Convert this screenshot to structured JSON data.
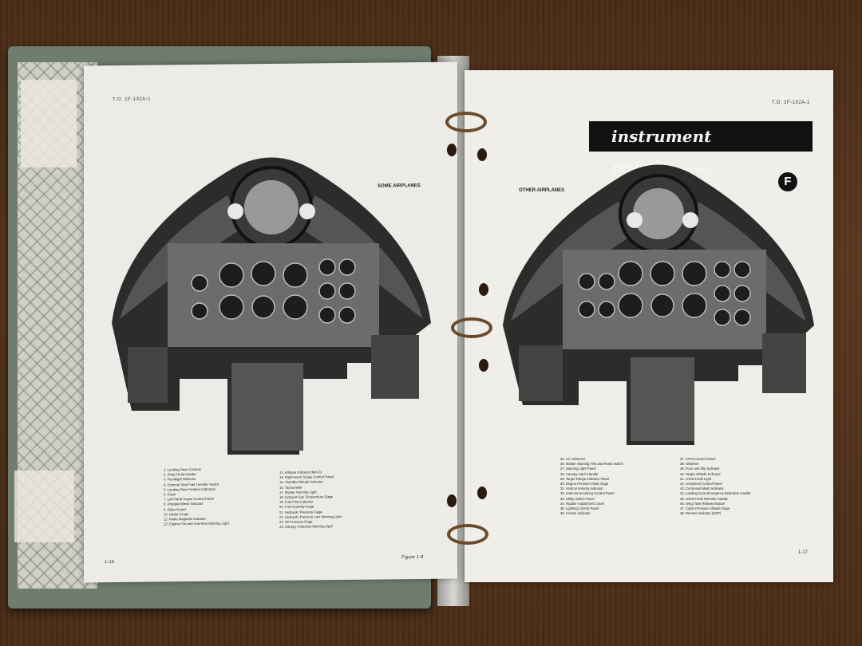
{
  "left_page": {
    "to_number": "T.O. 1F-102A-1",
    "page_number": "1-16",
    "figure_label": "Figure 1-8",
    "variant_label": "SOME AIRPLANES",
    "caption_col1": [
      "1. Landing Gear Controls",
      "2. Drag Chute Handle",
      "3. Floodlight Reflector",
      "4. External Tank Fuel Transfer Switch",
      "5. Landing Gear Position Indicators",
      "6. Clock",
      "7. Left-Hand Scope Control Panel",
      "8. Dropped-Mesh Indicator",
      "9. Glare Guard",
      "10. Radar Scope",
      "11. Radio Magnetic Indicator",
      "12. Engine Fire and Overheat Warning Light"
    ],
    "caption_col2": [
      "13. Attitude Indicator (MM-3)",
      "14. Right-Hand Scope Control Panel",
      "15. Standby Attitude Indicator",
      "16. Tachometer",
      "17. Master Warning Light",
      "18. Exhaust Gas Temperature Gage",
      "19. Fuel Flow Indicator",
      "20. Fuel Quantity Gage",
      "21. Hydraulic Pressure Gage",
      "22. Hydraulic Pressure Low Warning Light",
      "23. Oil Pressure Gage",
      "24. Canopy Unlocked Warning Light"
    ],
    "note": "SOME AIRPLANES"
  },
  "right_page": {
    "to_number": "T.O. 1F-102A-1",
    "page_number": "1-17",
    "title": "instrument panel",
    "title_suffix": "(typical)",
    "badge": "F",
    "variant_label": "OTHER AIRPLANES",
    "caption_col1": [
      "25. AC Voltmeter",
      "26. Master Warning Test and Reset Switch",
      "27. Warning Light Panel",
      "28. Canopy Latch Handle",
      "29. Target Range Indicator Panel",
      "30. Engine Pressure Ratio Gage",
      "31. Vertical Velocity Indicator",
      "32. Antenna Scanning Control Panel",
      "33. Utility Switch Panel",
      "34. Rudder Adjustment Crank",
      "35. Lighting Control Panel",
      "36. Course Indicator"
    ],
    "caption_col2": [
      "37. AFCS Control Panel",
      "38. Altimeter",
      "39. Fuze and Slip Indicator",
      "40. Target Attitude Indicator",
      "41. Arrest Hook Light",
      "42. Armament Control Panel",
      "43. Command Mesh Indicator",
      "44. Landing Gear Emergency Extension Handle",
      "45. Arrest Hook Release Handle",
      "46. Wing Tank Release Button",
      "47. Cabin Pressure Altitude Gage",
      "48. Remote Indicator (DDF)"
    ]
  },
  "colors": {
    "page": "#ecebe7",
    "cockpit_dark": "#2b2b2b",
    "desk": "#4a2c16",
    "binder": "#6f7d6f"
  }
}
